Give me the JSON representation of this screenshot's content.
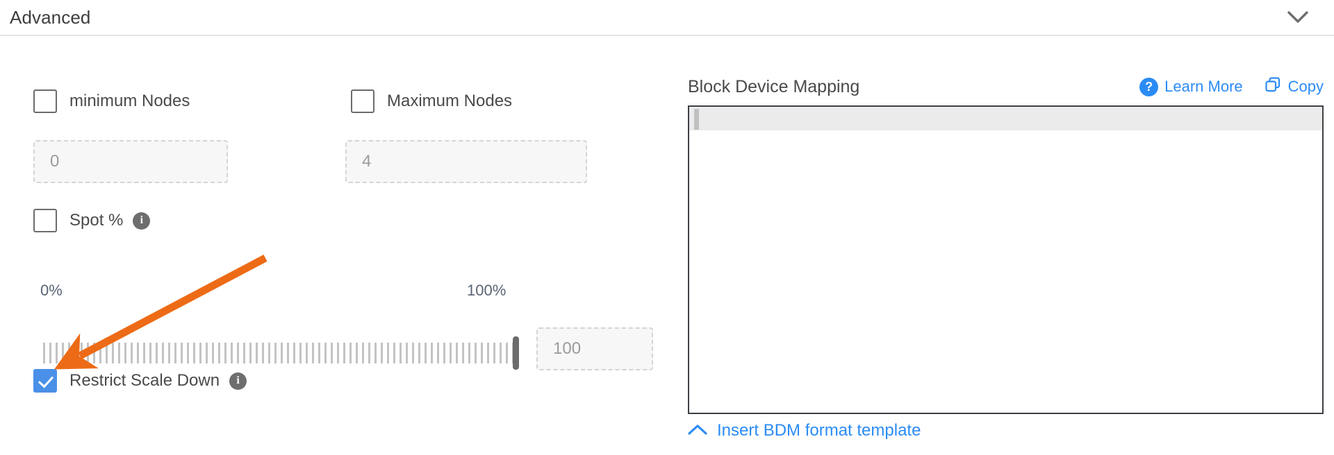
{
  "section": {
    "title": "Advanced",
    "collapse_icon": "chevron-down-icon"
  },
  "left": {
    "min_nodes": {
      "label": "minimum Nodes",
      "checked": false,
      "input_placeholder": "0",
      "input_value": ""
    },
    "max_nodes": {
      "label": "Maximum Nodes",
      "checked": false,
      "input_placeholder": "4",
      "input_value": ""
    },
    "spot": {
      "label": "Spot %",
      "checked": false,
      "info_icon": "info-icon"
    },
    "slider": {
      "min_label": "0%",
      "max_label": "100%",
      "value": 100,
      "value_field": "100"
    },
    "restrict_scale_down": {
      "label": "Restrict Scale Down",
      "checked": true,
      "info_icon": "info-icon"
    }
  },
  "right": {
    "title": "Block Device Mapping",
    "learn_more": {
      "label": "Learn More",
      "icon": "question-circle-icon"
    },
    "copy": {
      "label": "Copy",
      "icon": "copy-icon"
    },
    "editor": {
      "content": "",
      "active_line": 1
    },
    "footer_link": {
      "label": "Insert BDM format template",
      "icon": "chevron-up-icon"
    }
  },
  "annotation": {
    "color": "#ED6B16",
    "type": "arrow",
    "points_to": "restrict-scale-down-checkbox"
  },
  "colors": {
    "accent_blue": "#2b8bf5",
    "checkbox_blue": "#4a90e8",
    "annotation_orange": "#ED6B16",
    "text_dark": "#4a4a4a",
    "tick_gray": "#c3c3c3"
  }
}
